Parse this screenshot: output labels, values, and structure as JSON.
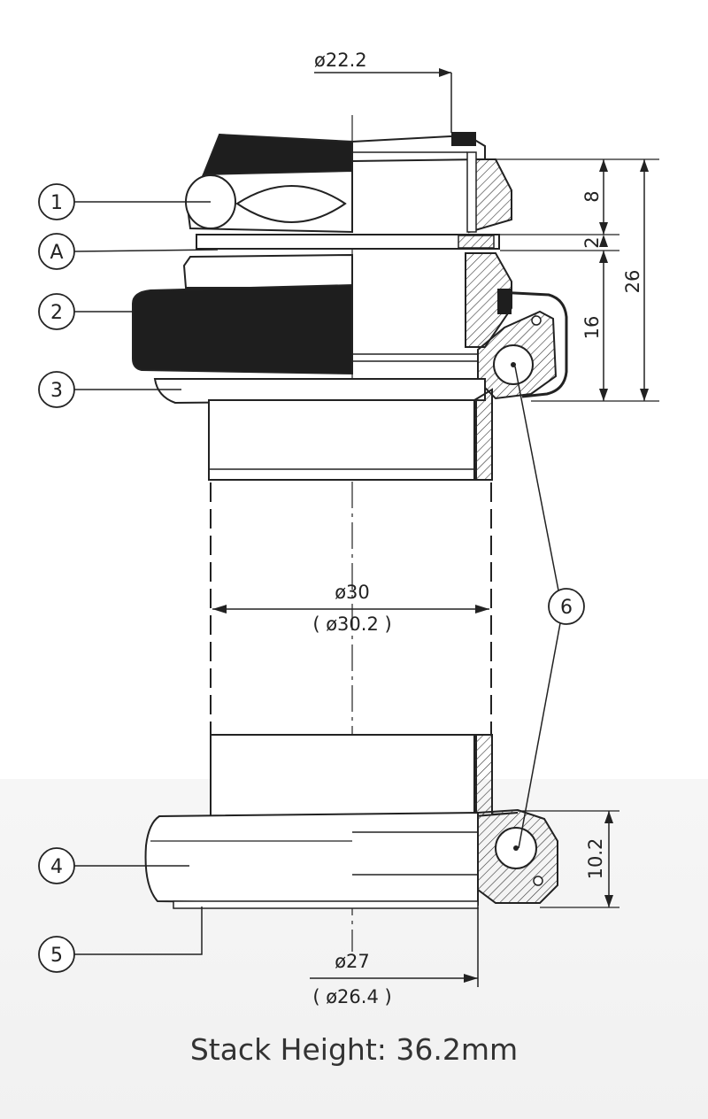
{
  "caption": "Stack Height: 36.2mm",
  "callouts": [
    "1",
    "A",
    "2",
    "3",
    "4",
    "5",
    "6"
  ],
  "dimensions": {
    "top_diameter": "ø22.2",
    "steerer_diameter": "ø30",
    "steerer_diameter_alt": "( ø30.2 )",
    "crown_race_diameter": "ø27",
    "crown_race_diameter_alt": "( ø26.4 )",
    "h_locknut": "8",
    "h_washer": "2",
    "h_upper_cup": "16",
    "h_total_top": "26",
    "h_lower": "10.2"
  },
  "colors": {
    "line": "#222222",
    "dark_fill": "#1e1e1e",
    "caption": "#333333"
  }
}
